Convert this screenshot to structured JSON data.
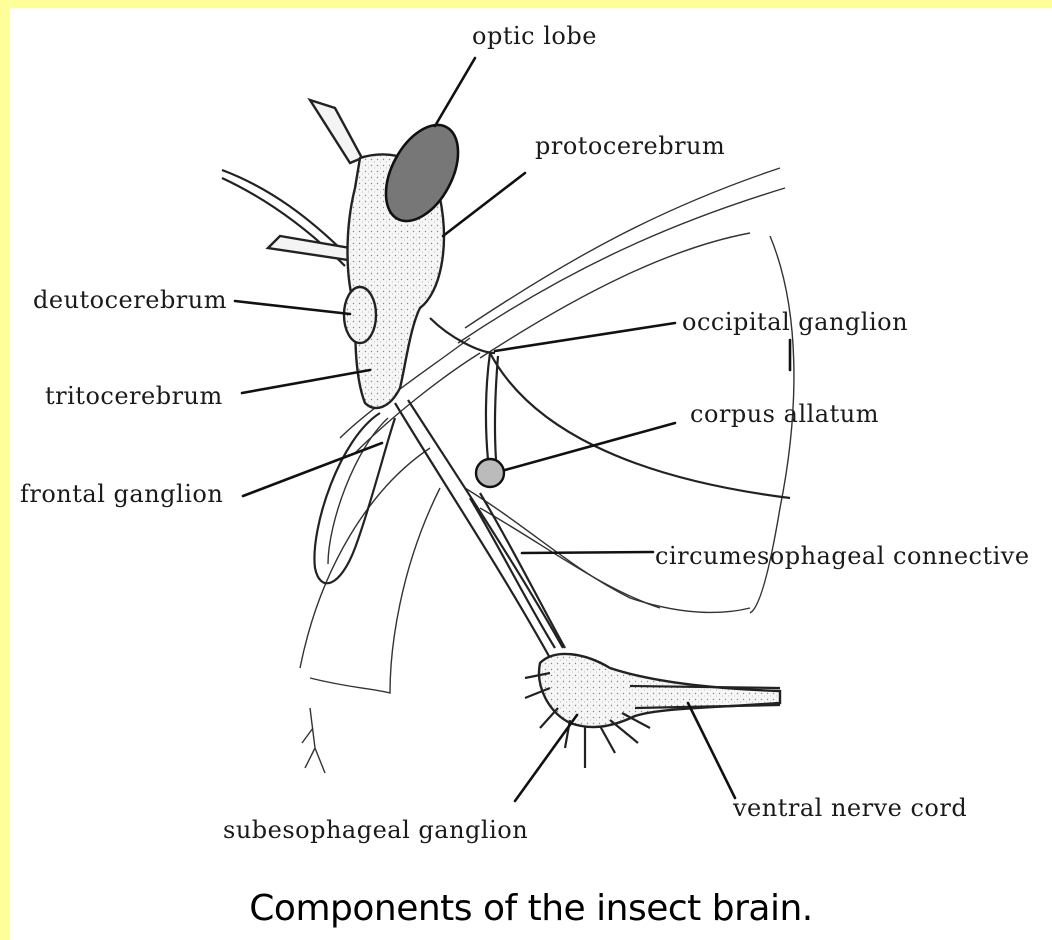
{
  "labels": {
    "optic_lobe": "optic lobe",
    "protocerebrum": "protocerebrum",
    "deutocerebrum": "deutocerebrum",
    "tritocerebrum": "tritocerebrum",
    "frontal_ganglion": "frontal ganglion",
    "occipital_ganglion": "occipital ganglion",
    "corpus_allatum": "corpus allatum",
    "circumesophageal_connective": "circumesophageal connective",
    "subesophageal_ganglion": "subesophageal ganglion",
    "ventral_nerve_cord": "ventral nerve cord"
  },
  "caption": "Components of the insect brain.",
  "colors": {
    "frame": "#ffff99",
    "background": "#ffffff",
    "ink": "#111111"
  }
}
